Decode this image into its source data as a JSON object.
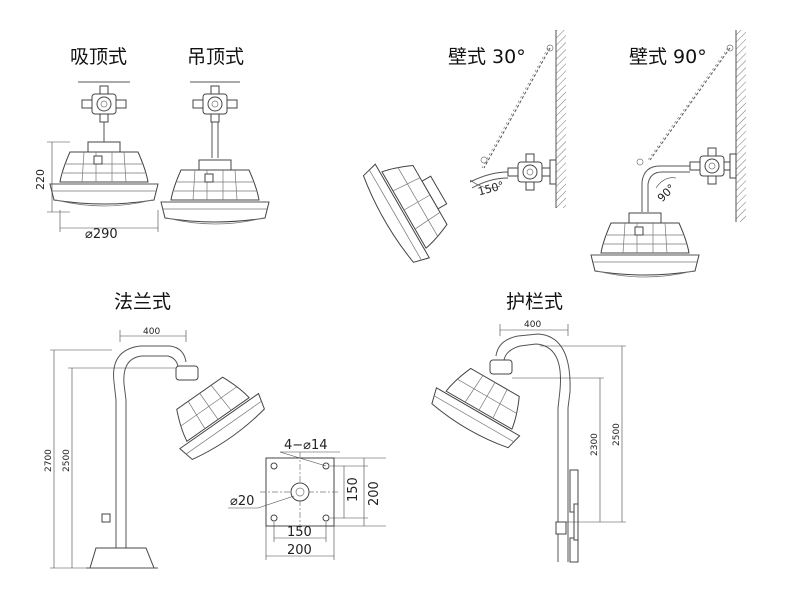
{
  "titles": {
    "ceiling_mount": "吸顶式",
    "pendant": "吊顶式",
    "wall_30": "壁式 30°",
    "wall_90": "壁式 90°",
    "flange": "法兰式",
    "guardrail": "护栏式"
  },
  "dimensions": {
    "ceiling_height": "220",
    "ceiling_diameter": "⌀290",
    "wall_angle_150": "150°",
    "wall_angle_90": "90°",
    "flange_width": "400",
    "flange_total_height": "2700",
    "flange_pole_height": "2500",
    "plate_holes": "4−⌀14",
    "plate_center_hole": "⌀20",
    "plate_inner_v": "150",
    "plate_outer_v": "200",
    "plate_inner_h": "150",
    "plate_outer_h": "200",
    "guard_width": "400",
    "guard_h1": "2300",
    "guard_h2": "2500"
  },
  "colors": {
    "line": "#555555",
    "text": "#111111",
    "background": "#ffffff"
  }
}
